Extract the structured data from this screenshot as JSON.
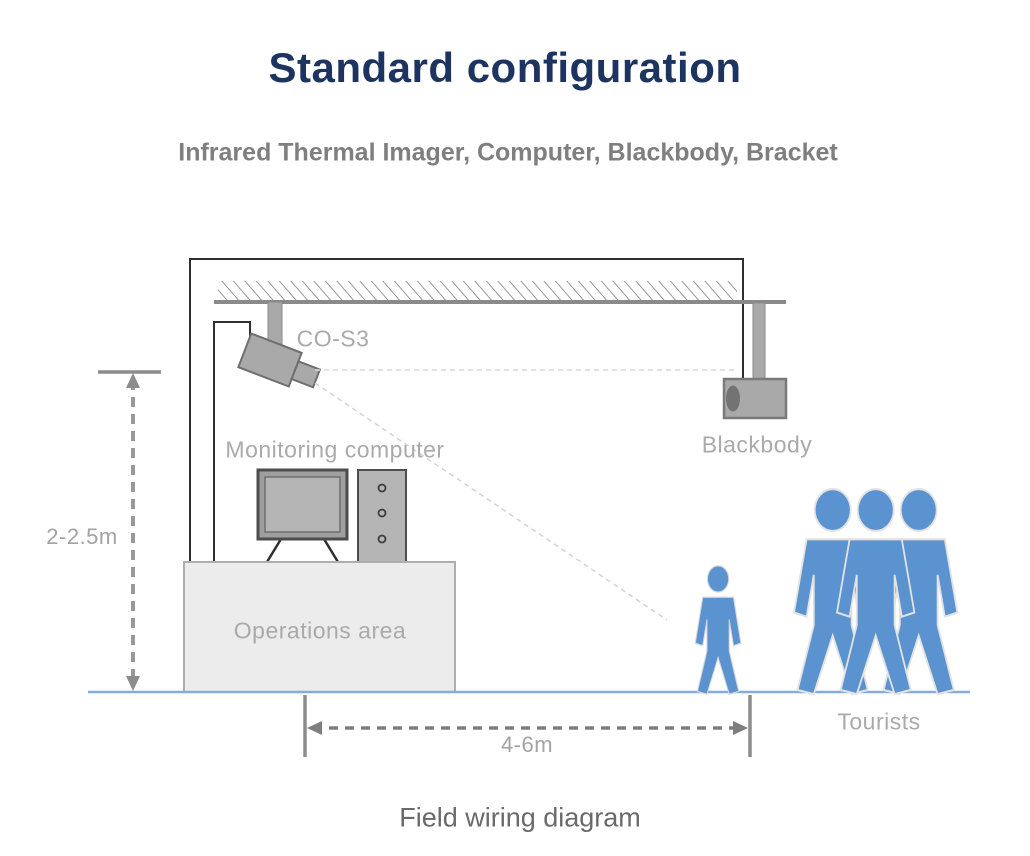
{
  "header": {
    "title": "Standard configuration",
    "subtitle": "Infrared Thermal Imager, Computer, Blackbody, Bracket"
  },
  "diagram": {
    "camera_label": "CO-S3",
    "monitor_label": "Monitoring computer",
    "operations_label": "Operations area",
    "blackbody_label": "Blackbody",
    "tourists_label": "Tourists",
    "height_dimension": "2-2.5m",
    "distance_dimension": "4-6m"
  },
  "caption": "Field wiring diagram",
  "colors": {
    "title_navy": "#1d3461",
    "subtitle_gray": "#7f7f7f",
    "label_gray": "#aaaaaa",
    "caption_gray": "#6a6a6a",
    "figure_blue": "#5b92d0",
    "ground_blue": "#86acdc",
    "equipment_gray": "#a9a9a9",
    "structure_gray": "#8f8f8f",
    "dimension_gray": "#8c8c8c",
    "outline_dark": "#2f2f2f"
  }
}
